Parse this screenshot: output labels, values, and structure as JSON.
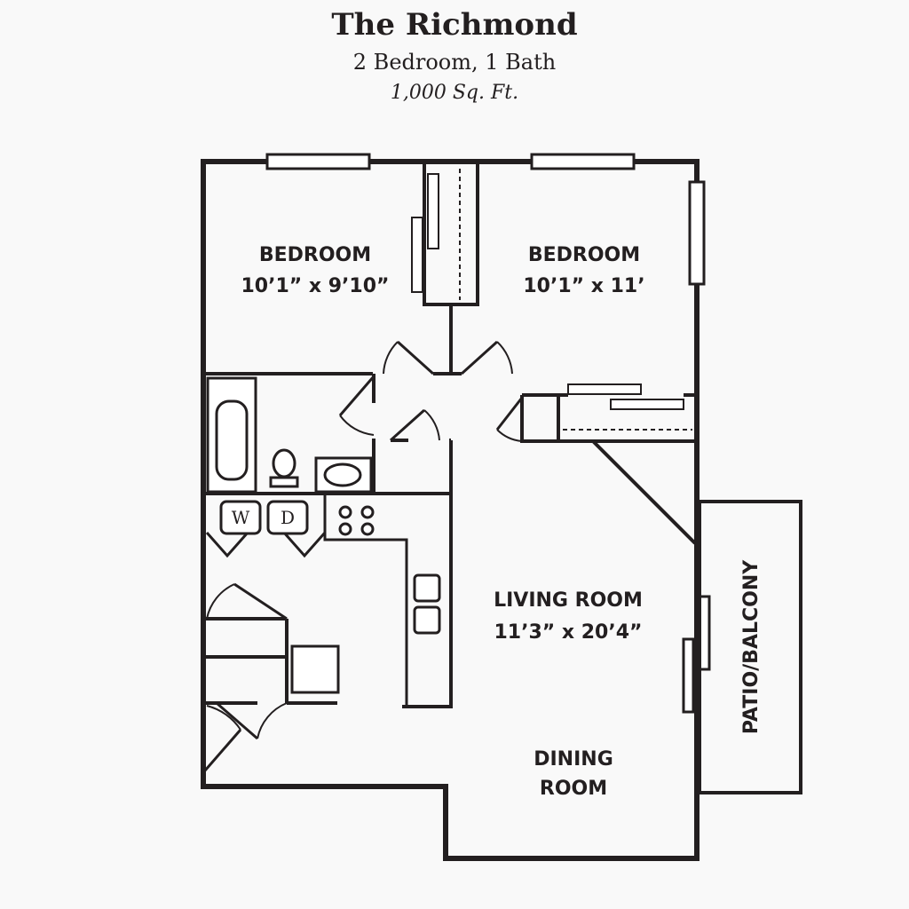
{
  "header": {
    "title": "The Richmond",
    "subtitle": "2 Bedroom, 1 Bath",
    "area": "1,000 Sq. Ft."
  },
  "rooms": {
    "bedroom_left": {
      "name": "BEDROOM",
      "size": "10’1” x 9’10”"
    },
    "bedroom_right": {
      "name": "BEDROOM",
      "size": "10’1” x 11’"
    },
    "living_room": {
      "name": "LIVING ROOM",
      "size": "11’3” x 20’4”"
    },
    "dining_room": {
      "line1": "DINING",
      "line2": "ROOM"
    },
    "patio": {
      "name": "PATIO/BALCONY"
    }
  },
  "appliances": {
    "washer": "W",
    "dryer": "D"
  },
  "colors": {
    "wall": "#231f20",
    "background": "#f9f9f9"
  }
}
